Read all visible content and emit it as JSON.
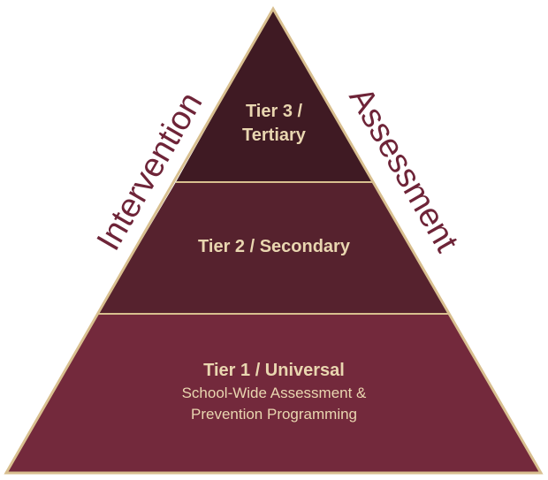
{
  "diagram": {
    "side_labels": {
      "left": "Intervention",
      "right": "Assessment"
    },
    "tiers": {
      "top": {
        "line1": "Tier 3 /",
        "line2": "Tertiary"
      },
      "middle": {
        "title": "Tier 2 / Secondary"
      },
      "bottom": {
        "title": "Tier 1 / Universal",
        "sub1": "School-Wide Assessment &",
        "sub2": "Prevention Programming"
      }
    },
    "colors": {
      "tier3_fill": "#3f1a23",
      "tier2_fill": "#56222e",
      "tier1_fill": "#73293c",
      "outline": "#d8bf8f",
      "text": "#e9d6b0",
      "side_label": "#6e2438"
    }
  }
}
